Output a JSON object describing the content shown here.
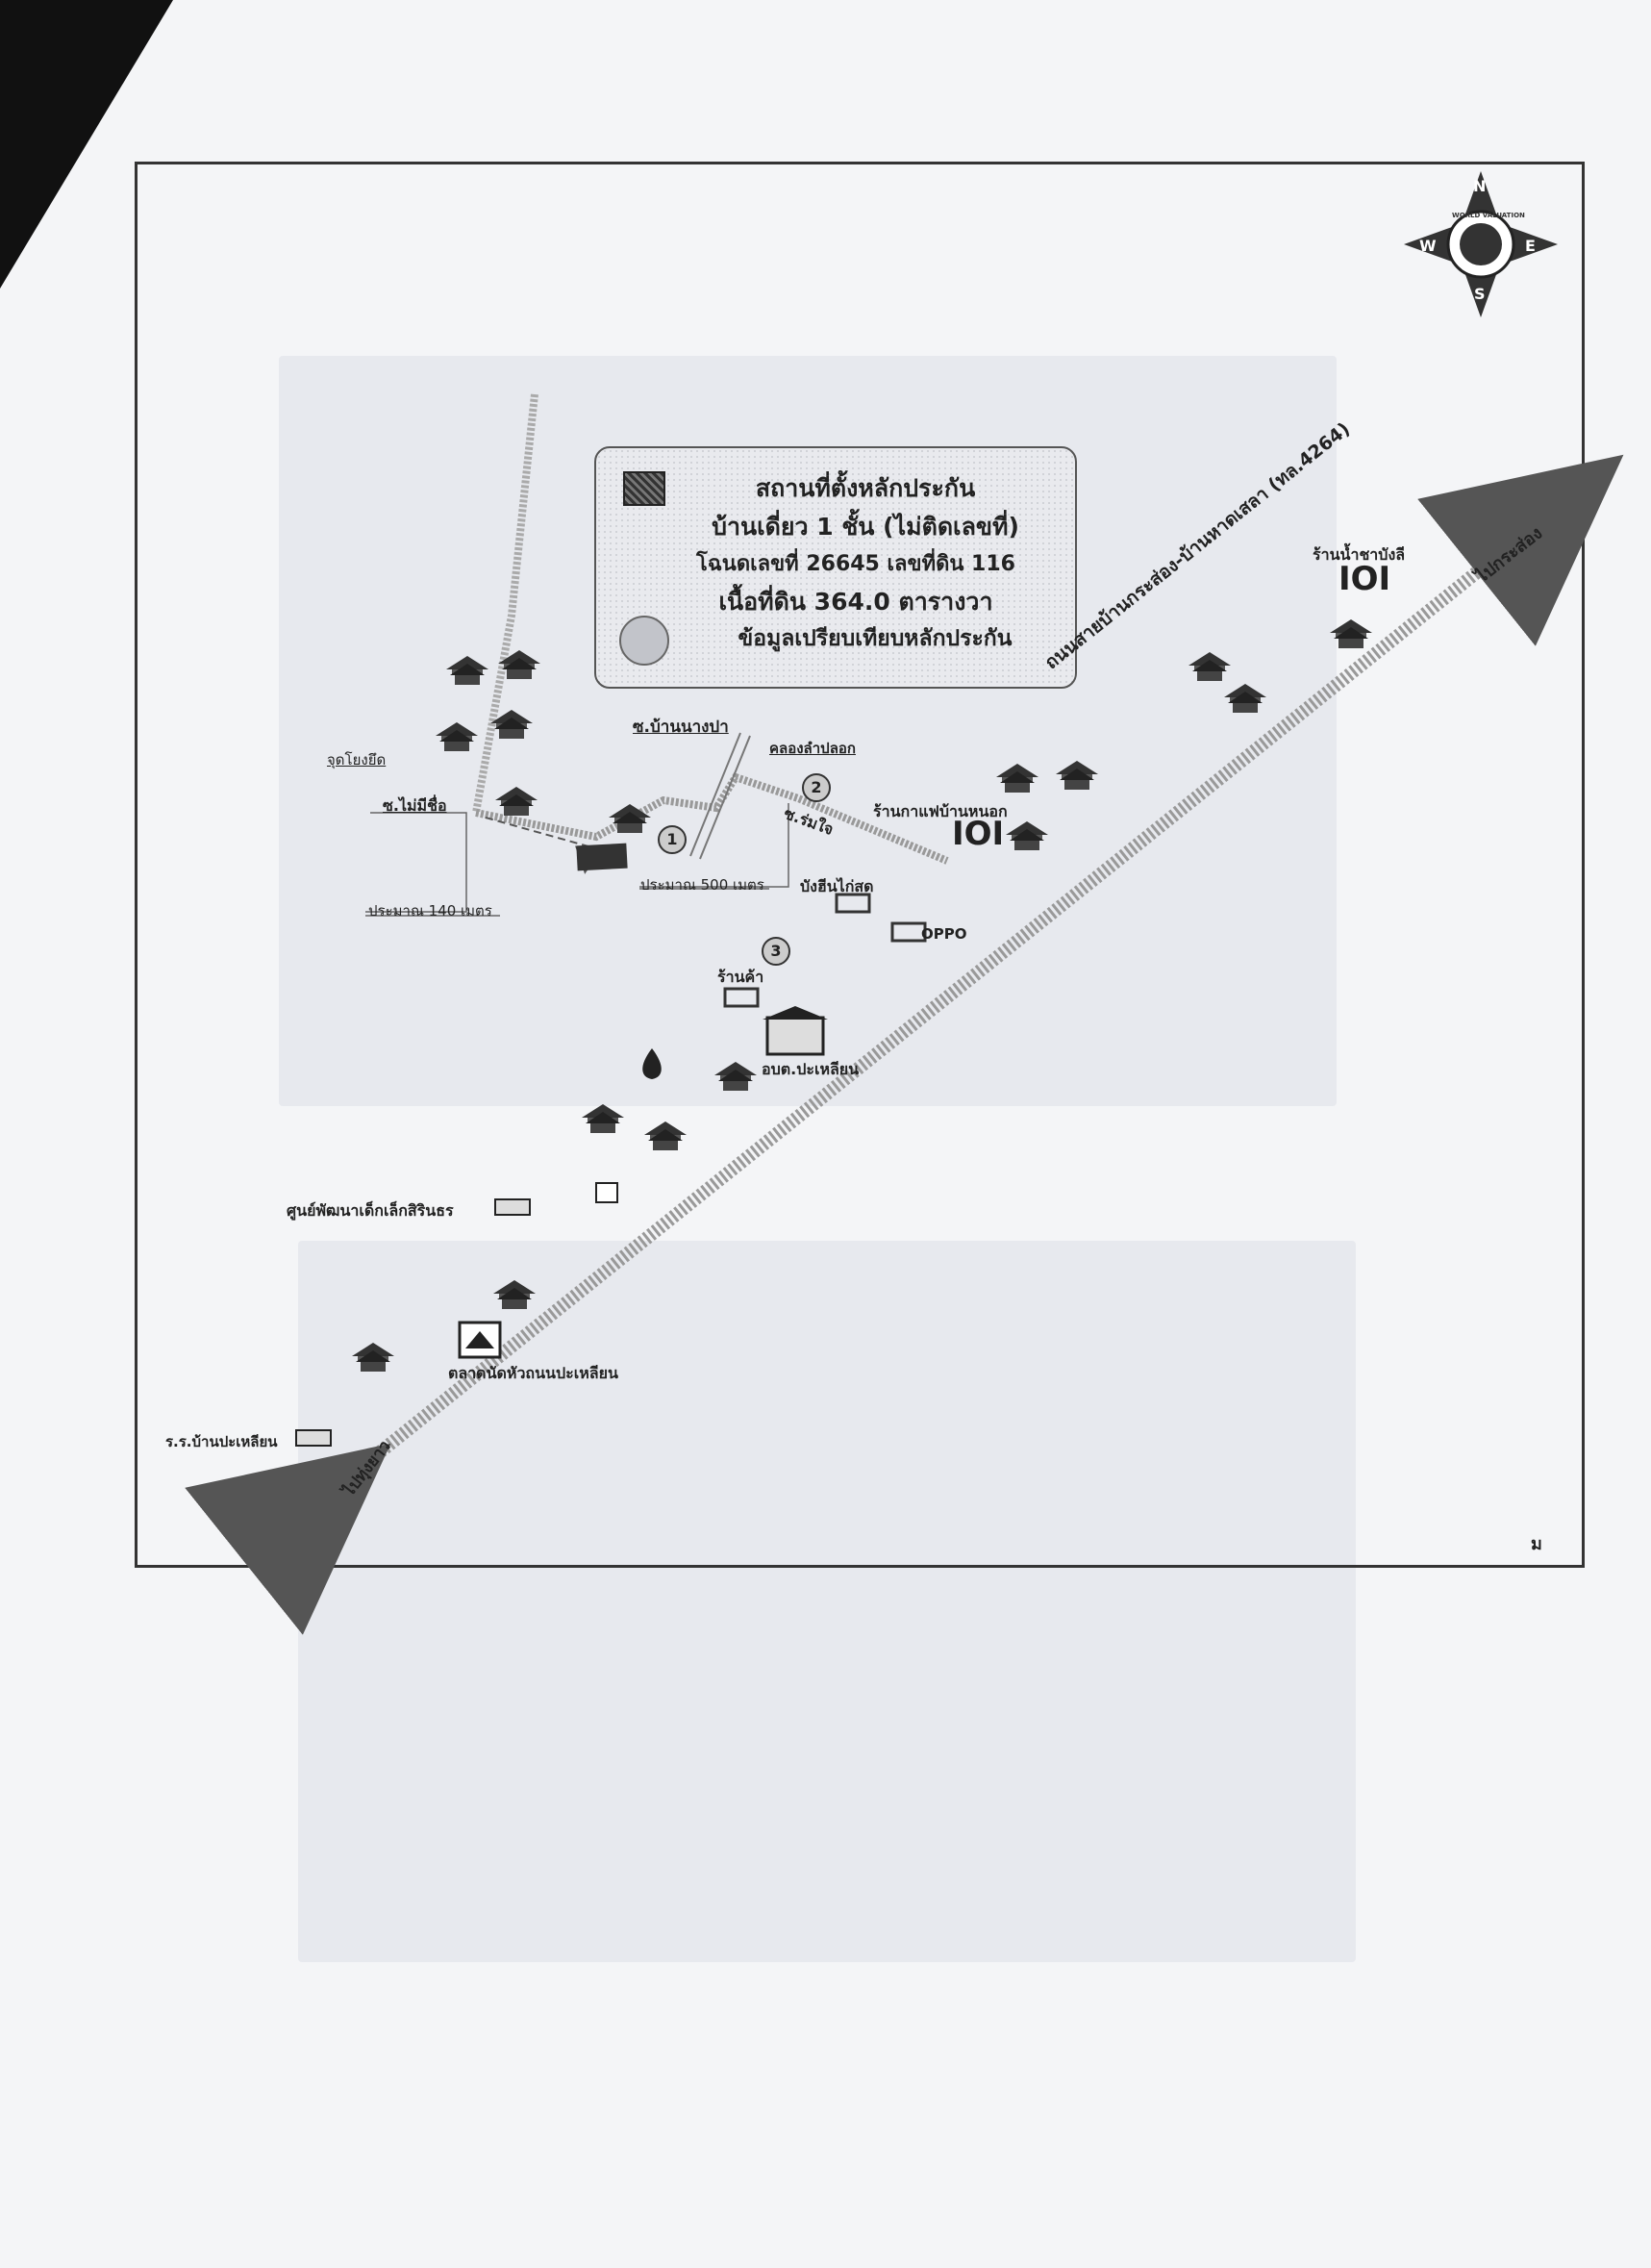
{
  "legend": {
    "line1": "สถานที่ตั้งหลักประกัน",
    "line2": "บ้านเดี่ยว 1 ชั้น (ไม่ติดเลขที่)",
    "line3": "โฉนดเลขที่ 26645 เลขที่ดิน 116",
    "line4": "เนื้อที่ดิน 364.0 ตารางวา",
    "line5": "ข้อมูลเปรียบเทียบหลักประกัน"
  },
  "compass": {
    "n": "N",
    "e": "E",
    "s": "S",
    "w": "W",
    "globe_text": "WORLD VALUATION"
  },
  "roads": {
    "main_road": "ถนนสายบ้านกระส่อง-บ้านหาดเสลา (ทล.4264)",
    "to_kra_song": "ไปกระส่อง",
    "to_thung_yao": "ไปทุ่งยาว",
    "soi_ban_nang_pa": "ซ.บ้านนางปา",
    "soi_mai_mi_chue": "ซ.ไม่มีชื่อ",
    "soi_rim_chai": "ซ.ร่มใจ",
    "canal": "คลองลำปลอก"
  },
  "labels": {
    "start_point": "จุดโยงยึด",
    "dist_140": "ประมาณ 140 เมตร",
    "dist_500": "ประมาณ 500 เมตร",
    "nam_cha_shop": "ร้านน้ำชาบังลี",
    "cafe": "ร้านกาแฟบ้านหนอก",
    "chicken_shop": "บังฮีนไก่สด",
    "oppo": "OPPO",
    "shop": "ร้านค้า",
    "sao_office": "อบต.ปะเหลียน",
    "child_center": "ศูนย์พัฒนาเด็กเล็กสิรินธร",
    "market": "ตลาดนัดหัวถนนปะเหลียน",
    "school": "ร.ร.บ้านปะเหลียน",
    "marker_1": "1",
    "marker_2": "2",
    "marker_3": "3",
    "initials": "ม"
  }
}
